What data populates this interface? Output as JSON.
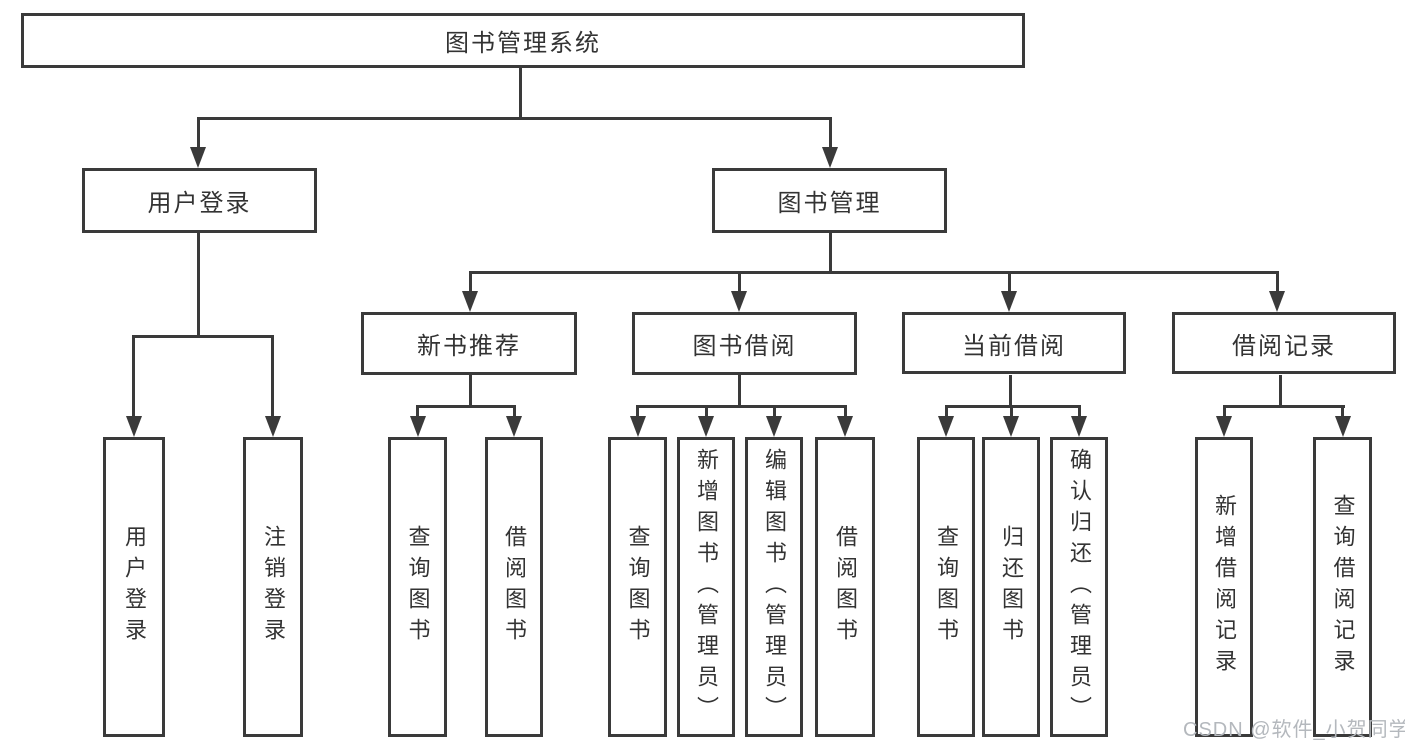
{
  "diagram": {
    "root": {
      "label": "图书管理系统"
    },
    "branches": [
      {
        "label": "用户登录",
        "children": [
          {
            "label": "用户登录"
          },
          {
            "label": "注销登录"
          }
        ]
      },
      {
        "label": "图书管理",
        "children": [
          {
            "label": "新书推荐",
            "children": [
              {
                "label": "查询图书"
              },
              {
                "label": "借阅图书"
              }
            ]
          },
          {
            "label": "图书借阅",
            "children": [
              {
                "label": "查询图书"
              },
              {
                "label": "新增图书（管理员）"
              },
              {
                "label": "编辑图书（管理员）"
              },
              {
                "label": "借阅图书"
              }
            ]
          },
          {
            "label": "当前借阅",
            "children": [
              {
                "label": "查询图书"
              },
              {
                "label": "归还图书"
              },
              {
                "label": "确认归还（管理员）"
              }
            ]
          },
          {
            "label": "借阅记录",
            "children": [
              {
                "label": "新增借阅记录"
              },
              {
                "label": "查询借阅记录"
              }
            ]
          }
        ]
      }
    ]
  },
  "watermark": {
    "text": "CSDN @软件_小贺同学"
  },
  "colors": {
    "line": "#3a3a3a",
    "text": "#333333",
    "bg": "#ffffff",
    "watermark": "#b4b8bd"
  }
}
